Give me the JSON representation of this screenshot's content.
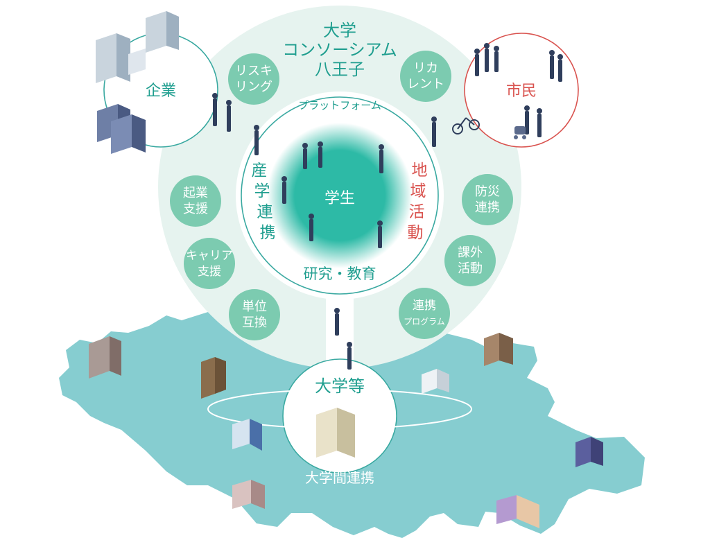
{
  "colors": {
    "teal": "#2dbaa6",
    "teal_dark": "#25a795",
    "teal_text": "#1f9e8f",
    "map": "#86cdd0",
    "pale_circle": "#e6f3ef",
    "bubble": "#7ccbb0",
    "red": "#d9534f",
    "line_teal": "#3aa9a1"
  },
  "consortium": {
    "title_line1": "大学",
    "title_line2": "コンソーシアム",
    "title_line3": "八王子"
  },
  "platform_label": "プラットフォーム",
  "center_label": "学生",
  "research_education_label": "研究・教育",
  "industry_academia": [
    "産",
    "学",
    "連",
    "携"
  ],
  "regional_activity": [
    "地",
    "域",
    "活",
    "動"
  ],
  "companies_label": "企業",
  "citizens_label": "市民",
  "universities_label": "大学等",
  "inter_university_label": "大学間連携",
  "bubbles": {
    "reskilling": [
      "リスキ",
      "リング"
    ],
    "recurrent": [
      "リカ",
      "レント"
    ],
    "startup_support": [
      "起業",
      "支援"
    ],
    "career_support": [
      "キャリア",
      "支援"
    ],
    "credit_exchange": [
      "単位",
      "互換"
    ],
    "disaster_prevention": [
      "防災",
      "連携"
    ],
    "extracurricular": [
      "課外",
      "活動"
    ],
    "collaboration_program": [
      "連携",
      "プログラム"
    ]
  },
  "icons": {
    "buildings": "office-building-icon",
    "people": "person-icon",
    "cyclist": "cyclist-icon",
    "stroller": "stroller-icon"
  }
}
